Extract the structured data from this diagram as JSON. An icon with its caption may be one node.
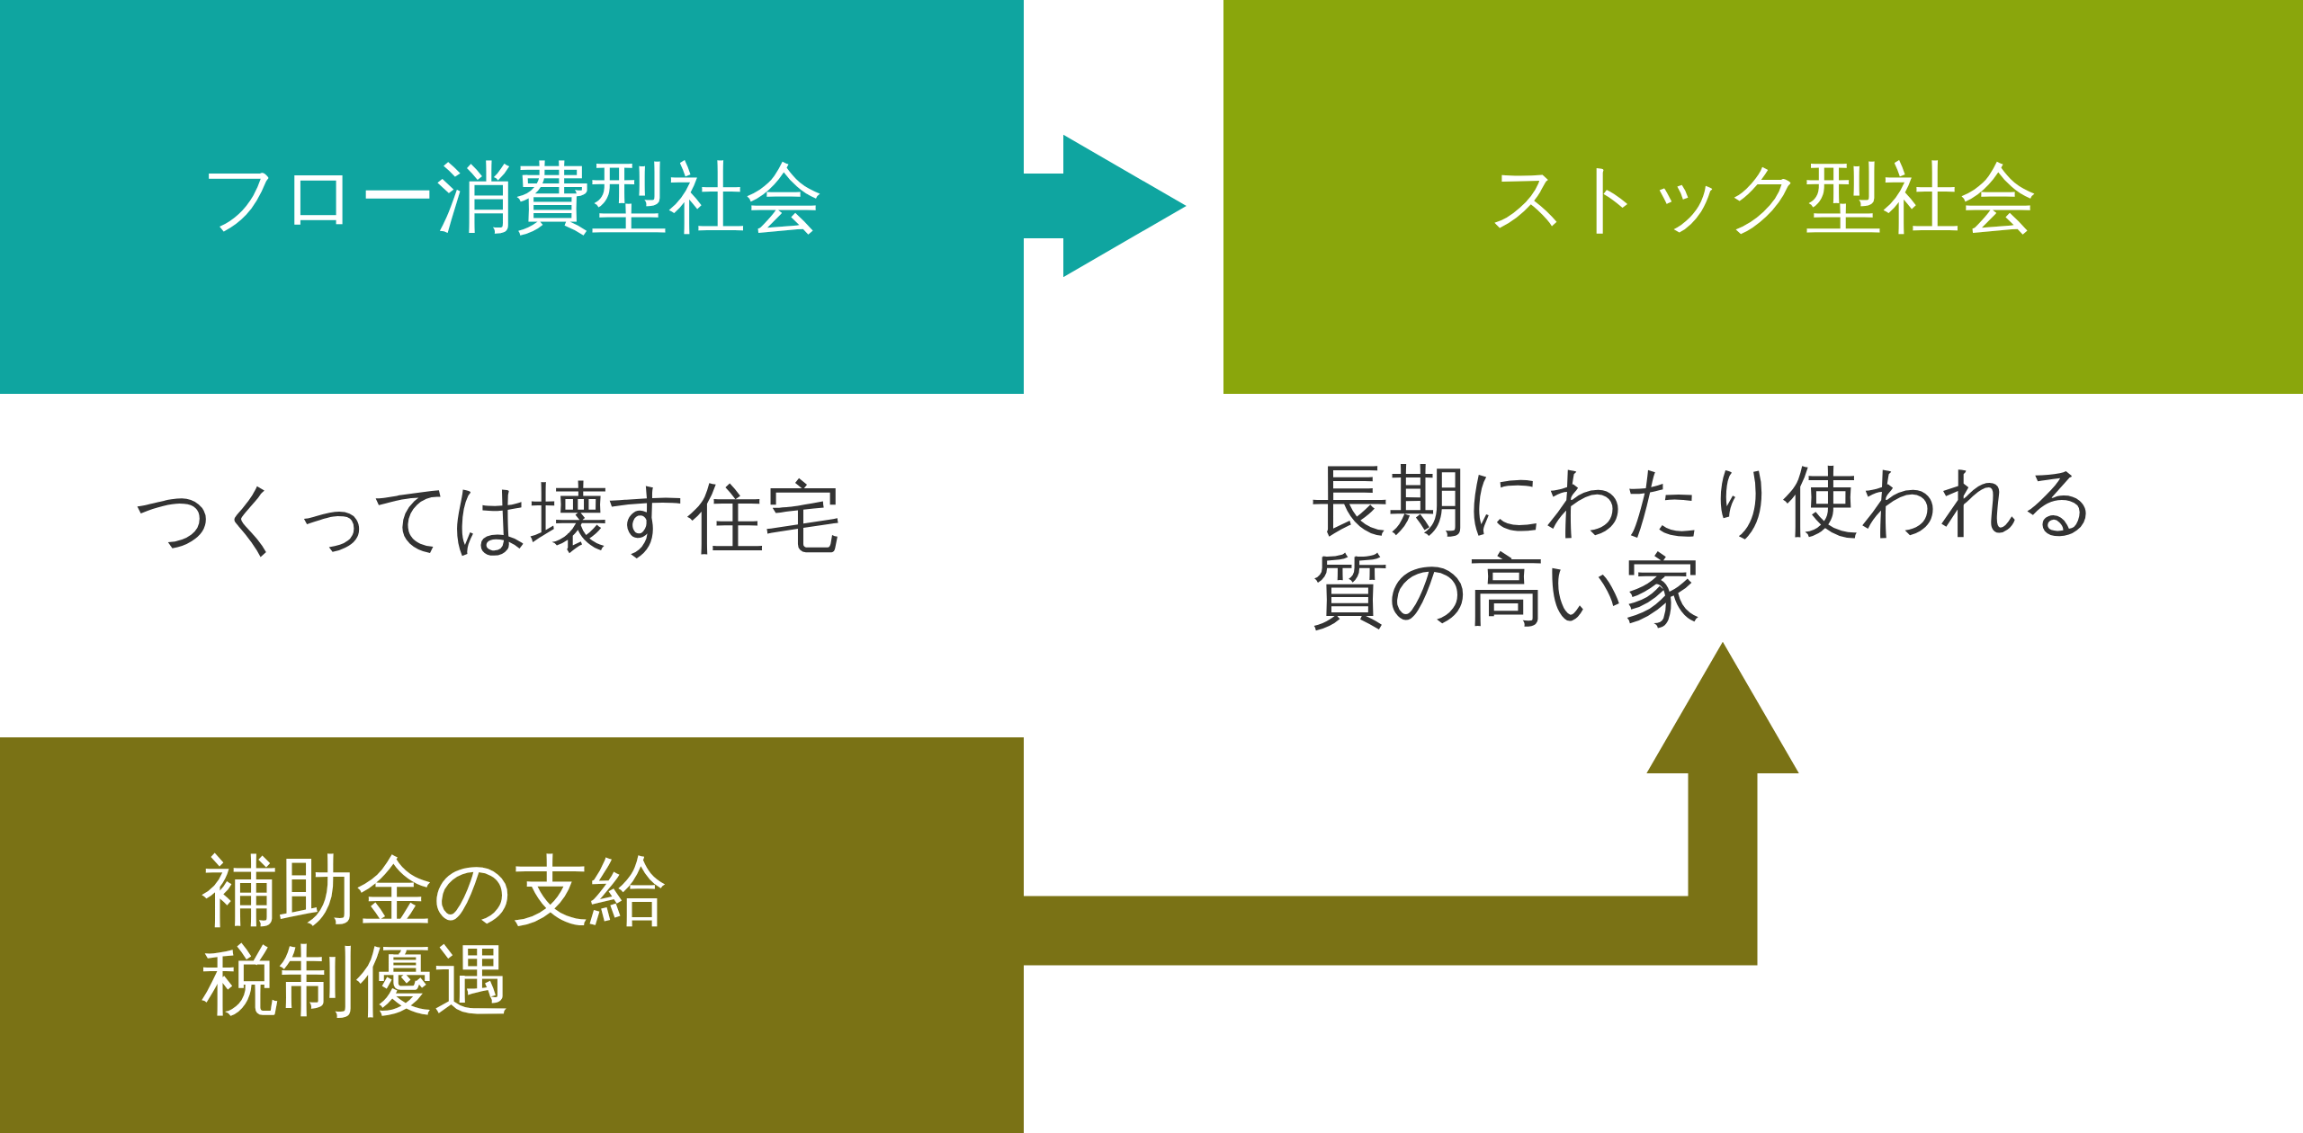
{
  "diagram": {
    "nodes": [
      {
        "text": [
          "フロー消費型社会"
        ],
        "beside": [
          "つくっては壊す住宅"
        ]
      },
      {
        "text": [
          "ストック型社会"
        ]
      },
      {
        "text": [
          "補助金の支給税制優遇"
        ]
      },
      {
        "text": [
          "長期にわたり使われる質の高い家"
        ]
      }
    ],
    "edges": [
      {
        "from": 0,
        "to": 1,
        "arrow": "to",
        "color": "#0fa5a0"
      },
      {
        "from": 2,
        "to": 3,
        "arrow": "to",
        "color": "#7a7215"
      }
    ]
  }
}
